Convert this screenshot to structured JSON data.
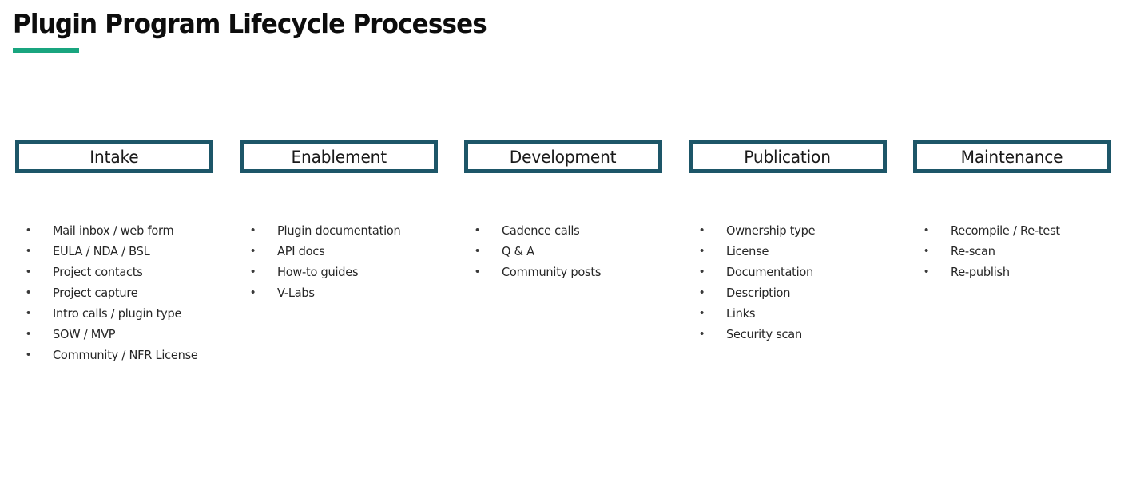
{
  "page": {
    "title": "Plugin Program Lifecycle Processes",
    "background_color": "#ffffff",
    "accent_color": "#19a57f",
    "box_border_color": "#1d5668",
    "text_color": "#262626",
    "bullet_glyph": "•"
  },
  "columns": [
    {
      "phase": "Intake",
      "items": [
        "Mail inbox / web form",
        "EULA / NDA / BSL",
        "Project contacts",
        "Project capture",
        "Intro calls / plugin type",
        "SOW / MVP",
        "Community / NFR License"
      ]
    },
    {
      "phase": "Enablement",
      "items": [
        "Plugin documentation",
        "API docs",
        "How-to guides",
        "V-Labs"
      ]
    },
    {
      "phase": "Development",
      "items": [
        "Cadence calls",
        "Q & A",
        "Community posts"
      ]
    },
    {
      "phase": "Publication",
      "items": [
        "Ownership type",
        "License",
        "Documentation",
        "Description",
        "Links",
        "Security scan"
      ]
    },
    {
      "phase": "Maintenance",
      "items": [
        "Recompile / Re-test",
        "Re-scan",
        "Re-publish"
      ]
    }
  ]
}
